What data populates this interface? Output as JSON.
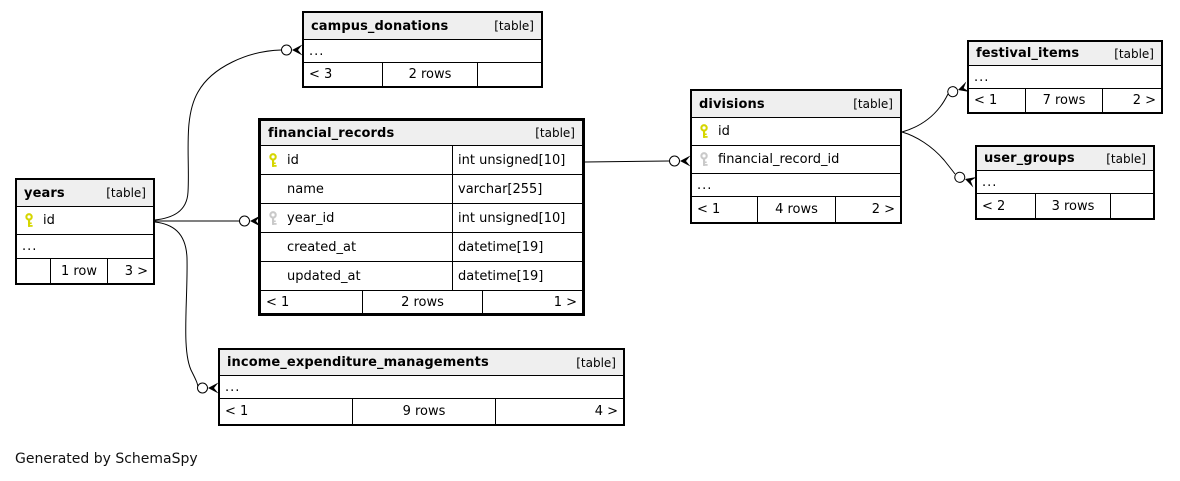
{
  "footer_note": "Generated by SchemaSpy",
  "colors": {
    "primary_key_icon": "#d5d600",
    "foreign_key_icon": "#c9c9c9",
    "header_background": "#efefef",
    "border": "#000000"
  },
  "tables": [
    {
      "name": "campus_donations",
      "type_label": "[table]",
      "ellipsis": "...",
      "columns": [],
      "footer": {
        "left": "< 3",
        "center": "2 rows",
        "right": ""
      }
    },
    {
      "name": "financial_records",
      "type_label": "[table]",
      "highlighted": true,
      "columns": [
        {
          "name": "id",
          "key": "primary",
          "type": "int unsigned[10]"
        },
        {
          "name": "name",
          "key": "none",
          "type": "varchar[255]"
        },
        {
          "name": "year_id",
          "key": "foreign",
          "type": "int unsigned[10]"
        },
        {
          "name": "created_at",
          "key": "none",
          "type": "datetime[19]"
        },
        {
          "name": "updated_at",
          "key": "none",
          "type": "datetime[19]"
        }
      ],
      "footer": {
        "left": "< 1",
        "center": "2 rows",
        "right": "1 >"
      }
    },
    {
      "name": "years",
      "type_label": "[table]",
      "ellipsis": "...",
      "columns": [
        {
          "name": "id",
          "key": "primary"
        }
      ],
      "footer": {
        "left": "",
        "center": "1 row",
        "right": "3 >"
      }
    },
    {
      "name": "divisions",
      "type_label": "[table]",
      "ellipsis": "...",
      "columns": [
        {
          "name": "id",
          "key": "primary"
        },
        {
          "name": "financial_record_id",
          "key": "foreign"
        }
      ],
      "footer": {
        "left": "< 1",
        "center": "4 rows",
        "right": "2 >"
      }
    },
    {
      "name": "festival_items",
      "type_label": "[table]",
      "ellipsis": "...",
      "columns": [],
      "footer": {
        "left": "< 1",
        "center": "7 rows",
        "right": "2 >"
      }
    },
    {
      "name": "user_groups",
      "type_label": "[table]",
      "ellipsis": "...",
      "columns": [],
      "footer": {
        "left": "< 2",
        "center": "3 rows",
        "right": ""
      }
    },
    {
      "name": "income_expenditure_managements",
      "type_label": "[table]",
      "ellipsis": "...",
      "columns": [],
      "footer": {
        "left": "< 1",
        "center": "9 rows",
        "right": "4 >"
      }
    }
  ],
  "relationships": [
    {
      "from": "years.id",
      "to": "campus_donations"
    },
    {
      "from": "years.id",
      "to": "financial_records.year_id"
    },
    {
      "from": "years.id",
      "to": "income_expenditure_managements"
    },
    {
      "from": "financial_records.id",
      "to": "divisions.financial_record_id"
    },
    {
      "from": "divisions.id",
      "to": "festival_items"
    },
    {
      "from": "divisions.id",
      "to": "user_groups"
    }
  ]
}
